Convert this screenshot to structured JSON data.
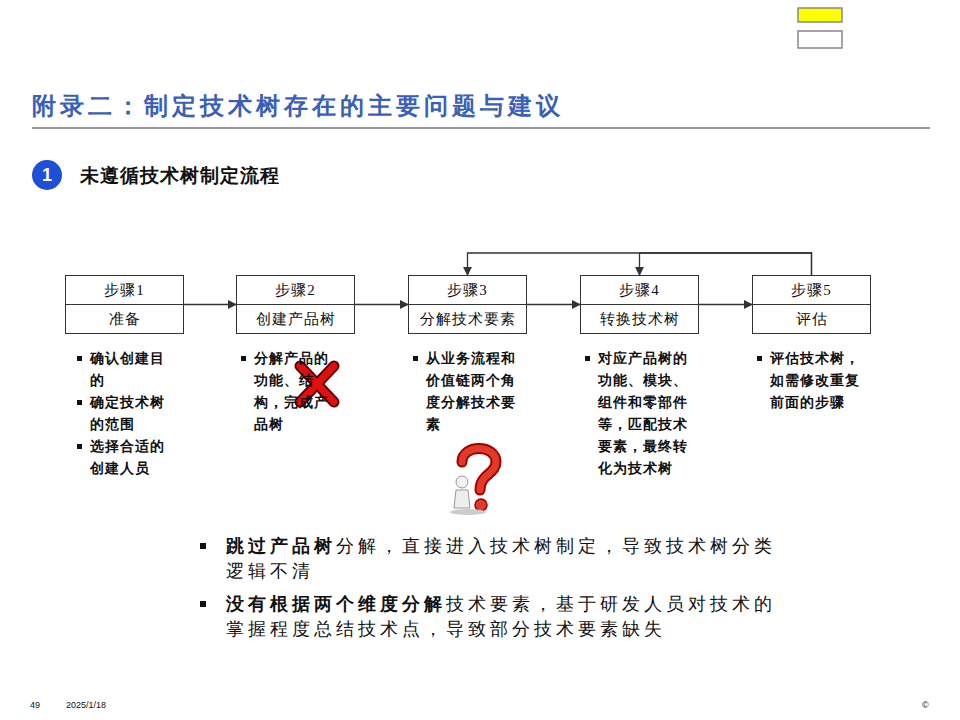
{
  "diagram": {
    "title": "附录二：制定技术树存在的主要问题与建议",
    "nodes": [
      {
        "text": [
          "1"
        ]
      },
      {
        "text": [
          "步骤1",
          "准备"
        ]
      },
      {
        "text": [
          "步骤2",
          "创建产品树"
        ]
      },
      {
        "text": [
          "步骤3",
          "分解技术要素"
        ]
      },
      {
        "text": [
          "步骤4",
          "转换技术树"
        ]
      },
      {
        "text": [
          "步骤5",
          "评估"
        ]
      }
    ],
    "edges": [
      {
        "from": 1,
        "to": 2,
        "arrow": "to"
      },
      {
        "from": 2,
        "to": 3,
        "arrow": "to"
      },
      {
        "from": 3,
        "to": 4,
        "arrow": "to"
      },
      {
        "from": 4,
        "to": 5,
        "arrow": "to"
      },
      {
        "from": 5,
        "to": 4,
        "arrow": "to"
      },
      {
        "from": 5,
        "to": 3,
        "arrow": "to"
      }
    ],
    "labels": [
      "未遵循技术树制定流程",
      "确认创建目的",
      "确定技术树的范围",
      "选择合适的创建人员",
      "分解产品的功能、结构，完成产品树",
      "从业务流程和价值链两个角度分解技术要素",
      "对应产品树的功能、模块、组件和零部件等，匹配技术要素，最终转化为技术树",
      "评估技术树，如需修改重复前面的步骤",
      "跳过产品树",
      "分解，直接进入技术树制定，导致技术树分类逻辑不清",
      "没有根据两个维度分解",
      "技术要素，基于研发人员对技术的掌握程度总结技术点，导致部分技术要素缺失",
      "49",
      "2025/1/18",
      "©"
    ]
  }
}
